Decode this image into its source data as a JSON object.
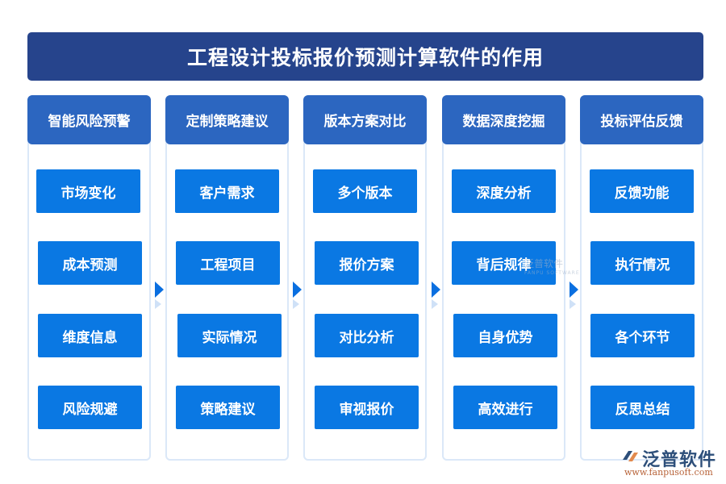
{
  "title": "工程设计投标报价预测计算软件的作用",
  "columns": [
    {
      "header": "智能风险预警",
      "items": [
        "市场变化",
        "成本预测",
        "维度信息",
        "风险规避"
      ]
    },
    {
      "header": "定制策略建议",
      "items": [
        "客户需求",
        "工程项目",
        "实际情况",
        "策略建议"
      ]
    },
    {
      "header": "版本方案对比",
      "items": [
        "多个版本",
        "报价方案",
        "对比分析",
        "审视报价"
      ]
    },
    {
      "header": "数据深度挖掘",
      "items": [
        "深度分析",
        "背后规律",
        "自身优势",
        "高效进行"
      ]
    },
    {
      "header": "投标评估反馈",
      "items": [
        "反馈功能",
        "执行情况",
        "各个环节",
        "反思总结"
      ]
    }
  ],
  "watermark": {
    "main": "泛普软件",
    "sub": "FANPU SOFTWARE"
  },
  "logo": {
    "name": "泛普软件",
    "url": "www.fanpusoft.com"
  },
  "colors": {
    "title_bg": "#26448c",
    "header_bg": "#2c66c0",
    "item_bg": "#0a78e3",
    "border": "#dbe8f8"
  }
}
